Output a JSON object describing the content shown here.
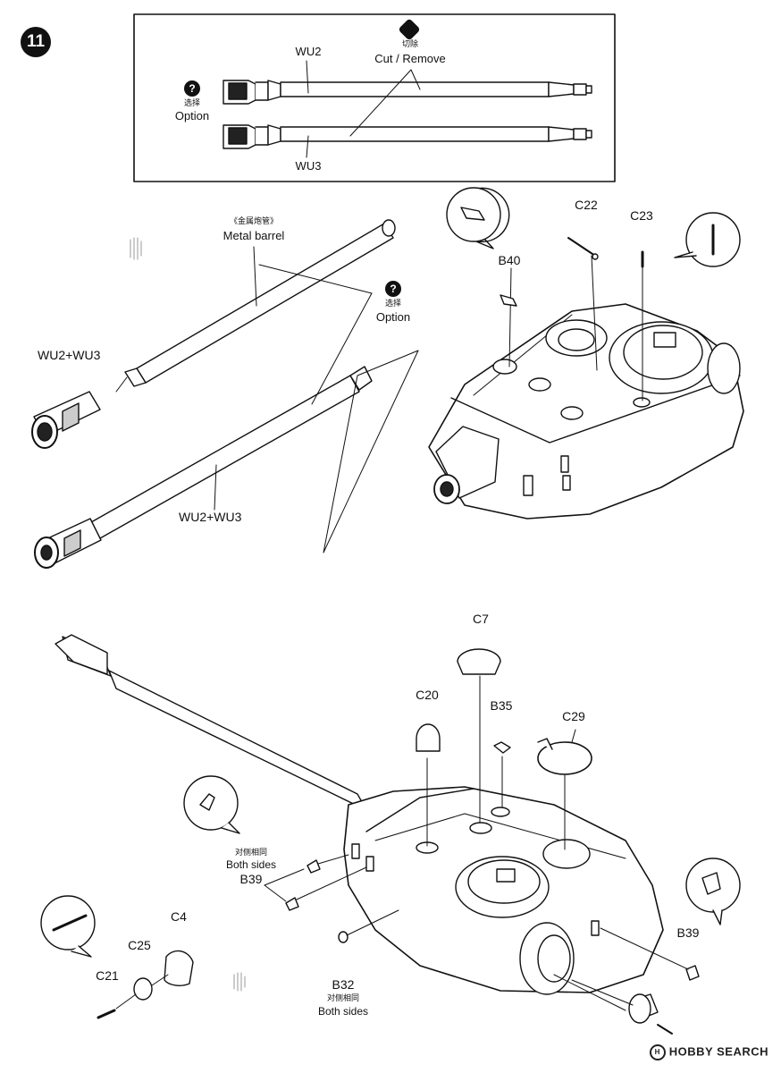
{
  "step": {
    "number": "11"
  },
  "option_box": {
    "top_label": "WU2",
    "bottom_label": "WU3",
    "cut_label_cn": "切除",
    "cut_label_en": "Cut / Remove",
    "option_cn": "选择",
    "option_en": "Option",
    "option_icon": "?"
  },
  "barrel": {
    "metal_cn": "《金属炮管》",
    "metal_en": "Metal barrel",
    "option_cn": "选择",
    "option_en": "Option",
    "option_icon": "?",
    "assembly_top": "WU2+WU3",
    "assembly_bottom": "WU2+WU3"
  },
  "turret_top_parts": {
    "b40": "B40",
    "c22": "C22",
    "c23": "C23"
  },
  "turret_bottom_parts": {
    "c7": "C7",
    "c20": "C20",
    "b35": "B35",
    "c29": "C29",
    "both_sides_cn_1": "对侧相同",
    "both_sides_en_1": "Both sides",
    "b39_left": "B39",
    "b39_right": "B39",
    "c4": "C4",
    "c25": "C25",
    "c21": "C21",
    "b32": "B32",
    "both_sides_cn_2": "对侧相同",
    "both_sides_en_2": "Both sides"
  },
  "watermark": {
    "logo": "H",
    "text": "HOBBY SEARCH"
  }
}
